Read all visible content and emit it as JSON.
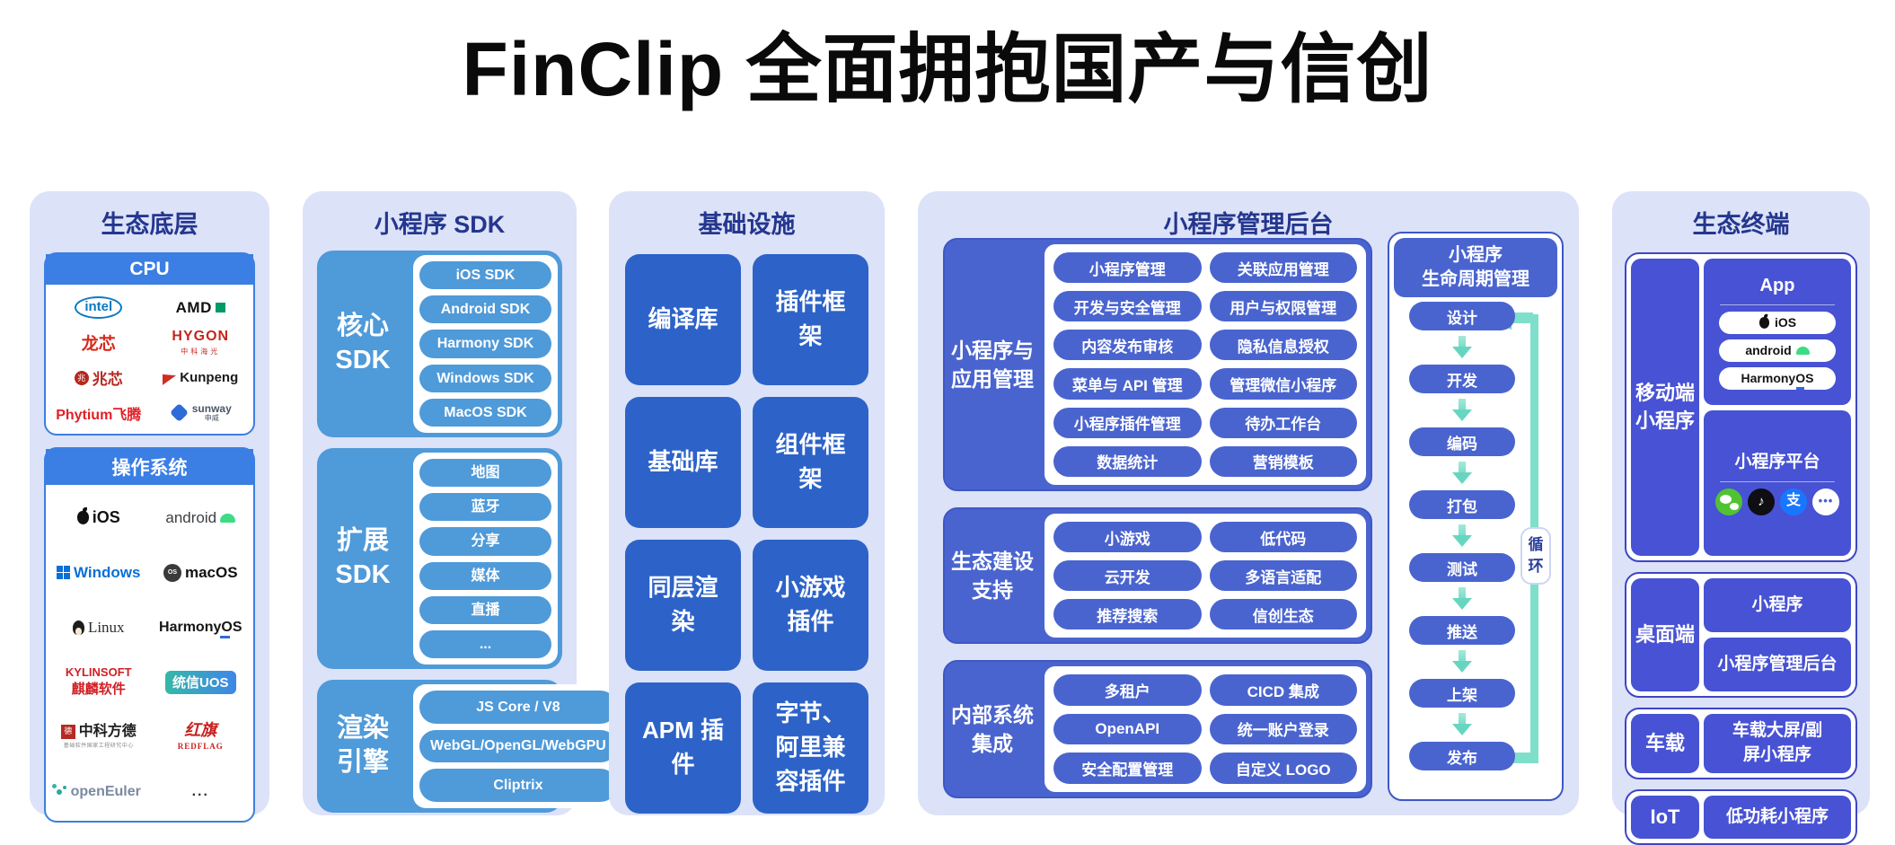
{
  "title": "FinClip 全面拥抱国产与信创",
  "colors": {
    "panel_bg": "#dce2f8",
    "panel_title": "#24368e",
    "base_blue": "#3b7ee4",
    "sdk_blue": "#4f9ad9",
    "infra_blue": "#2d63c8",
    "admin_indigo": "#4a64cf",
    "terminal_indigo": "#4852d4",
    "loop_teal": "#74dcc8"
  },
  "eco_base": {
    "title": "生态底层",
    "cpu_header": "CPU",
    "os_header": "操作系统",
    "logos": {
      "intel": "intel",
      "amd": "AMD",
      "loongson": "龙芯",
      "hygon": "HYGON",
      "hygon_sub": "中科海光",
      "zhaoxin": "兆芯",
      "zhaoxin_badge": "兆",
      "kunpeng": "Kunpeng",
      "phytium": "Phytium飞腾",
      "sunway": "sunway",
      "sunway_sub": "申威",
      "ios": "iOS",
      "android": "android",
      "windows": "Windows",
      "macos": "macOS",
      "macos_badge": "OS",
      "linux": "Linux",
      "harmonyos": "HarmonyOS",
      "kylinsoft": "KYLINSOFT",
      "kylinsoft_sub": "麒麟软件",
      "uos": "统信UOS",
      "fangde": "中科方德",
      "fangde_badge": "德",
      "fangde_sub": "基础软件国家工程研究中心",
      "redflag": "红旗",
      "redflag_sub": "REDFLAG",
      "openeuler": "openEuler",
      "more": "..."
    }
  },
  "sdk": {
    "title": "小程序 SDK",
    "sections": [
      {
        "label": "核心 SDK",
        "pills": [
          "iOS SDK",
          "Android SDK",
          "Harmony SDK",
          "Windows SDK",
          "MacOS SDK"
        ]
      },
      {
        "label": "扩展 SDK",
        "pills": [
          "地图",
          "蓝牙",
          "分享",
          "媒体",
          "直播",
          "..."
        ]
      },
      {
        "label": "渲染引擎",
        "pills": [
          "JS Core / V8",
          "WebGL/OpenGL/WebGPU",
          "Cliptrix"
        ]
      }
    ]
  },
  "infra": {
    "title": "基础设施",
    "tiles": [
      "编译库",
      "插件框架",
      "基础库",
      "组件框架",
      "同层渲染",
      "小游戏插件",
      "APM 插件",
      "字节、阿里兼容插件"
    ]
  },
  "admin": {
    "title": "小程序管理后台",
    "sections": [
      {
        "label": "小程序与应用管理",
        "pills": [
          "小程序管理",
          "关联应用管理",
          "开发与安全管理",
          "用户与权限管理",
          "内容发布审核",
          "隐私信息授权",
          "菜单与 API 管理",
          "管理微信小程序",
          "小程序插件管理",
          "待办工作台",
          "数据统计",
          "营销模板"
        ]
      },
      {
        "label": "生态建设支持",
        "pills": [
          "小游戏",
          "低代码",
          "云开发",
          "多语言适配",
          "推荐搜索",
          "信创生态"
        ]
      },
      {
        "label": "内部系统集成",
        "pills": [
          "多租户",
          "CICD 集成",
          "OpenAPI",
          "统一账户登录",
          "安全配置管理",
          "自定义 LOGO"
        ]
      }
    ],
    "lifecycle": {
      "title_line1": "小程序",
      "title_line2": "生命周期管理",
      "steps": [
        "设计",
        "开发",
        "编码",
        "打包",
        "测试",
        "推送",
        "上架",
        "发布"
      ],
      "loop_label": "循环"
    }
  },
  "terminal": {
    "title": "生态终端",
    "mobile_label": "移动端小程序",
    "app_title": "App",
    "app_pills": [
      "iOS",
      "android",
      "HarmonyOS"
    ],
    "platform_title": "小程序平台",
    "platform_icons": [
      "wechat-icon",
      "douyin-icon",
      "alipay-icon",
      "more-icon"
    ],
    "alipay_glyph": "支",
    "douyin_glyph": "♪",
    "more_glyph": "•••",
    "desktop_label": "桌面端",
    "desktop_items": [
      "小程序",
      "小程序管理后台"
    ],
    "car_label": "车载",
    "car_item": "车载大屏/副屏小程序",
    "iot_label": "IoT",
    "iot_item": "低功耗小程序"
  }
}
